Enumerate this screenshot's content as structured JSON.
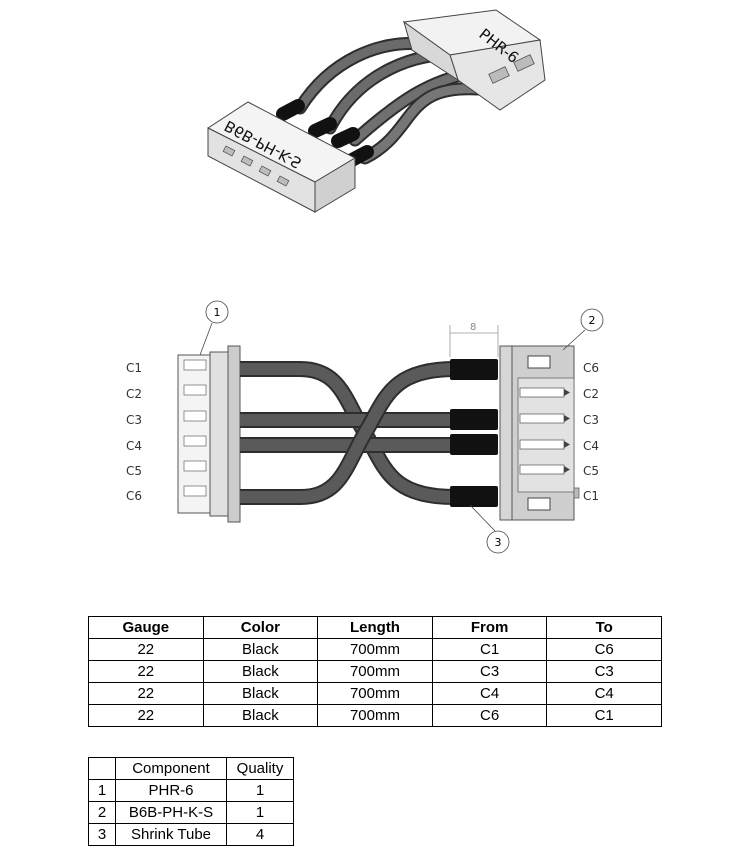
{
  "iso_view": {
    "connector_right_label": "PHR-6",
    "connector_left_label": "B6B-PH-K-S"
  },
  "schematic": {
    "left_pins": [
      "C1",
      "C2",
      "C3",
      "C4",
      "C5",
      "C6"
    ],
    "right_pins": [
      "C6",
      "C2",
      "C3",
      "C4",
      "C5",
      "C1"
    ],
    "balloons": [
      "1",
      "2",
      "3"
    ],
    "dimension": "8",
    "colors": {
      "wire": "#5a5a5a",
      "wire_edge": "#2e2e2e",
      "shrink": "#111111",
      "housing": "#cfcfcf"
    }
  },
  "wire_table": {
    "headers": [
      "Gauge",
      "Color",
      "Length",
      "From",
      "To"
    ],
    "rows": [
      [
        "22",
        "Black",
        "700mm",
        "C1",
        "C6"
      ],
      [
        "22",
        "Black",
        "700mm",
        "C3",
        "C3"
      ],
      [
        "22",
        "Black",
        "700mm",
        "C4",
        "C4"
      ],
      [
        "22",
        "Black",
        "700mm",
        "C6",
        "C1"
      ]
    ]
  },
  "bom_table": {
    "headers": [
      "",
      "Component",
      "Quality"
    ],
    "rows": [
      [
        "1",
        "PHR-6",
        "1"
      ],
      [
        "2",
        "B6B-PH-K-S",
        "1"
      ],
      [
        "3",
        "Shrink Tube",
        "4"
      ]
    ]
  }
}
